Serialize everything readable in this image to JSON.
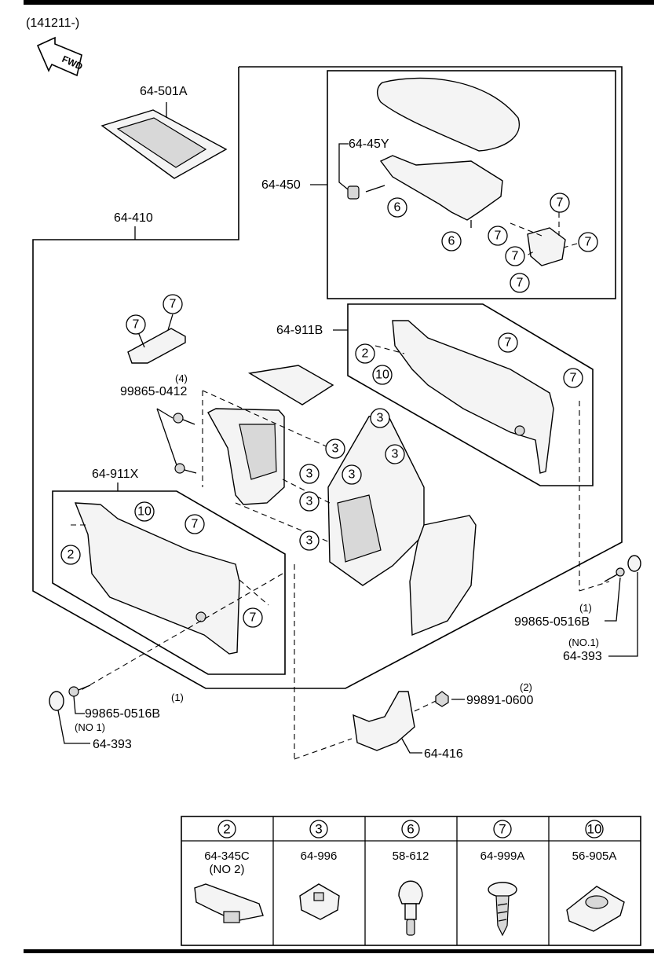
{
  "date_code": "(141211-)",
  "fwd_label": "FWD",
  "parts": {
    "p64_501A": "64-501A",
    "p64_410": "64-410",
    "p64_450": "64-450",
    "p64_45Y": "64-45Y",
    "p64_911B": "64-911B",
    "p64_911X": "64-911X",
    "p99865_0412": "99865-0412",
    "p99865_0412_qty": "(4)",
    "p99865_0516B_r": "99865-0516B",
    "p99865_0516B_r_qty": "(1)",
    "p64_393_r": "64-393",
    "p64_393_r_note": "(NO.1)",
    "p99865_0516B_l": "99865-0516B",
    "p99865_0516B_l_qty": "(1)",
    "p64_393_l": "64-393",
    "p64_393_l_note": "(NO 1)",
    "p99891_0600": "99891-0600",
    "p99891_0600_qty": "(2)",
    "p64_416": "64-416"
  },
  "callouts": {
    "c2": "2",
    "c3": "3",
    "c6": "6",
    "c7": "7",
    "c10": "10"
  },
  "legend": [
    {
      "ref": "2",
      "part": "64-345C",
      "note": "(NO 2)"
    },
    {
      "ref": "3",
      "part": "64-996",
      "note": ""
    },
    {
      "ref": "6",
      "part": "58-612",
      "note": ""
    },
    {
      "ref": "7",
      "part": "64-999A",
      "note": ""
    },
    {
      "ref": "10",
      "part": "56-905A",
      "note": ""
    }
  ]
}
